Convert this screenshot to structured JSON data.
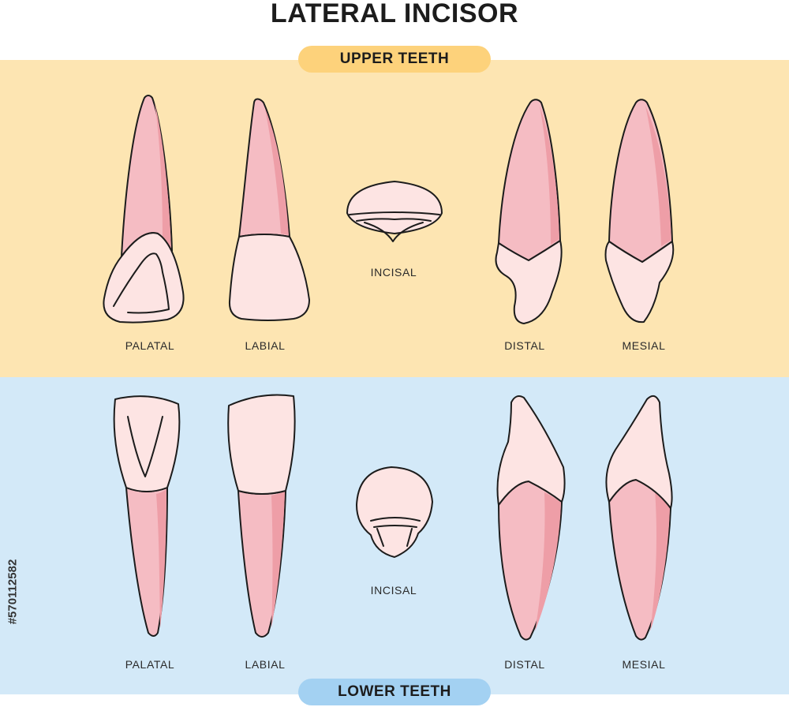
{
  "title": "LATERAL INCISOR",
  "upper": {
    "heading": "UPPER TEETH",
    "views": [
      "PALATAL",
      "LABIAL",
      "INCISAL",
      "DISTAL",
      "MESIAL"
    ]
  },
  "lower": {
    "heading": "LOWER TEETH",
    "views": [
      "PALATAL",
      "LABIAL",
      "INCISAL",
      "DISTAL",
      "MESIAL"
    ]
  },
  "stock_id": "#570112582",
  "colors": {
    "upper_background": "#fde5b2",
    "upper_pill": "#fdd27b",
    "lower_background": "#d3e9f8",
    "lower_pill": "#a3d1f2",
    "root": "#f5bcc3",
    "root_shade": "#ee9ea7",
    "crown": "#fde4e3",
    "crown_shade": "#f9cfcf",
    "outline": "#1c1c1c"
  }
}
